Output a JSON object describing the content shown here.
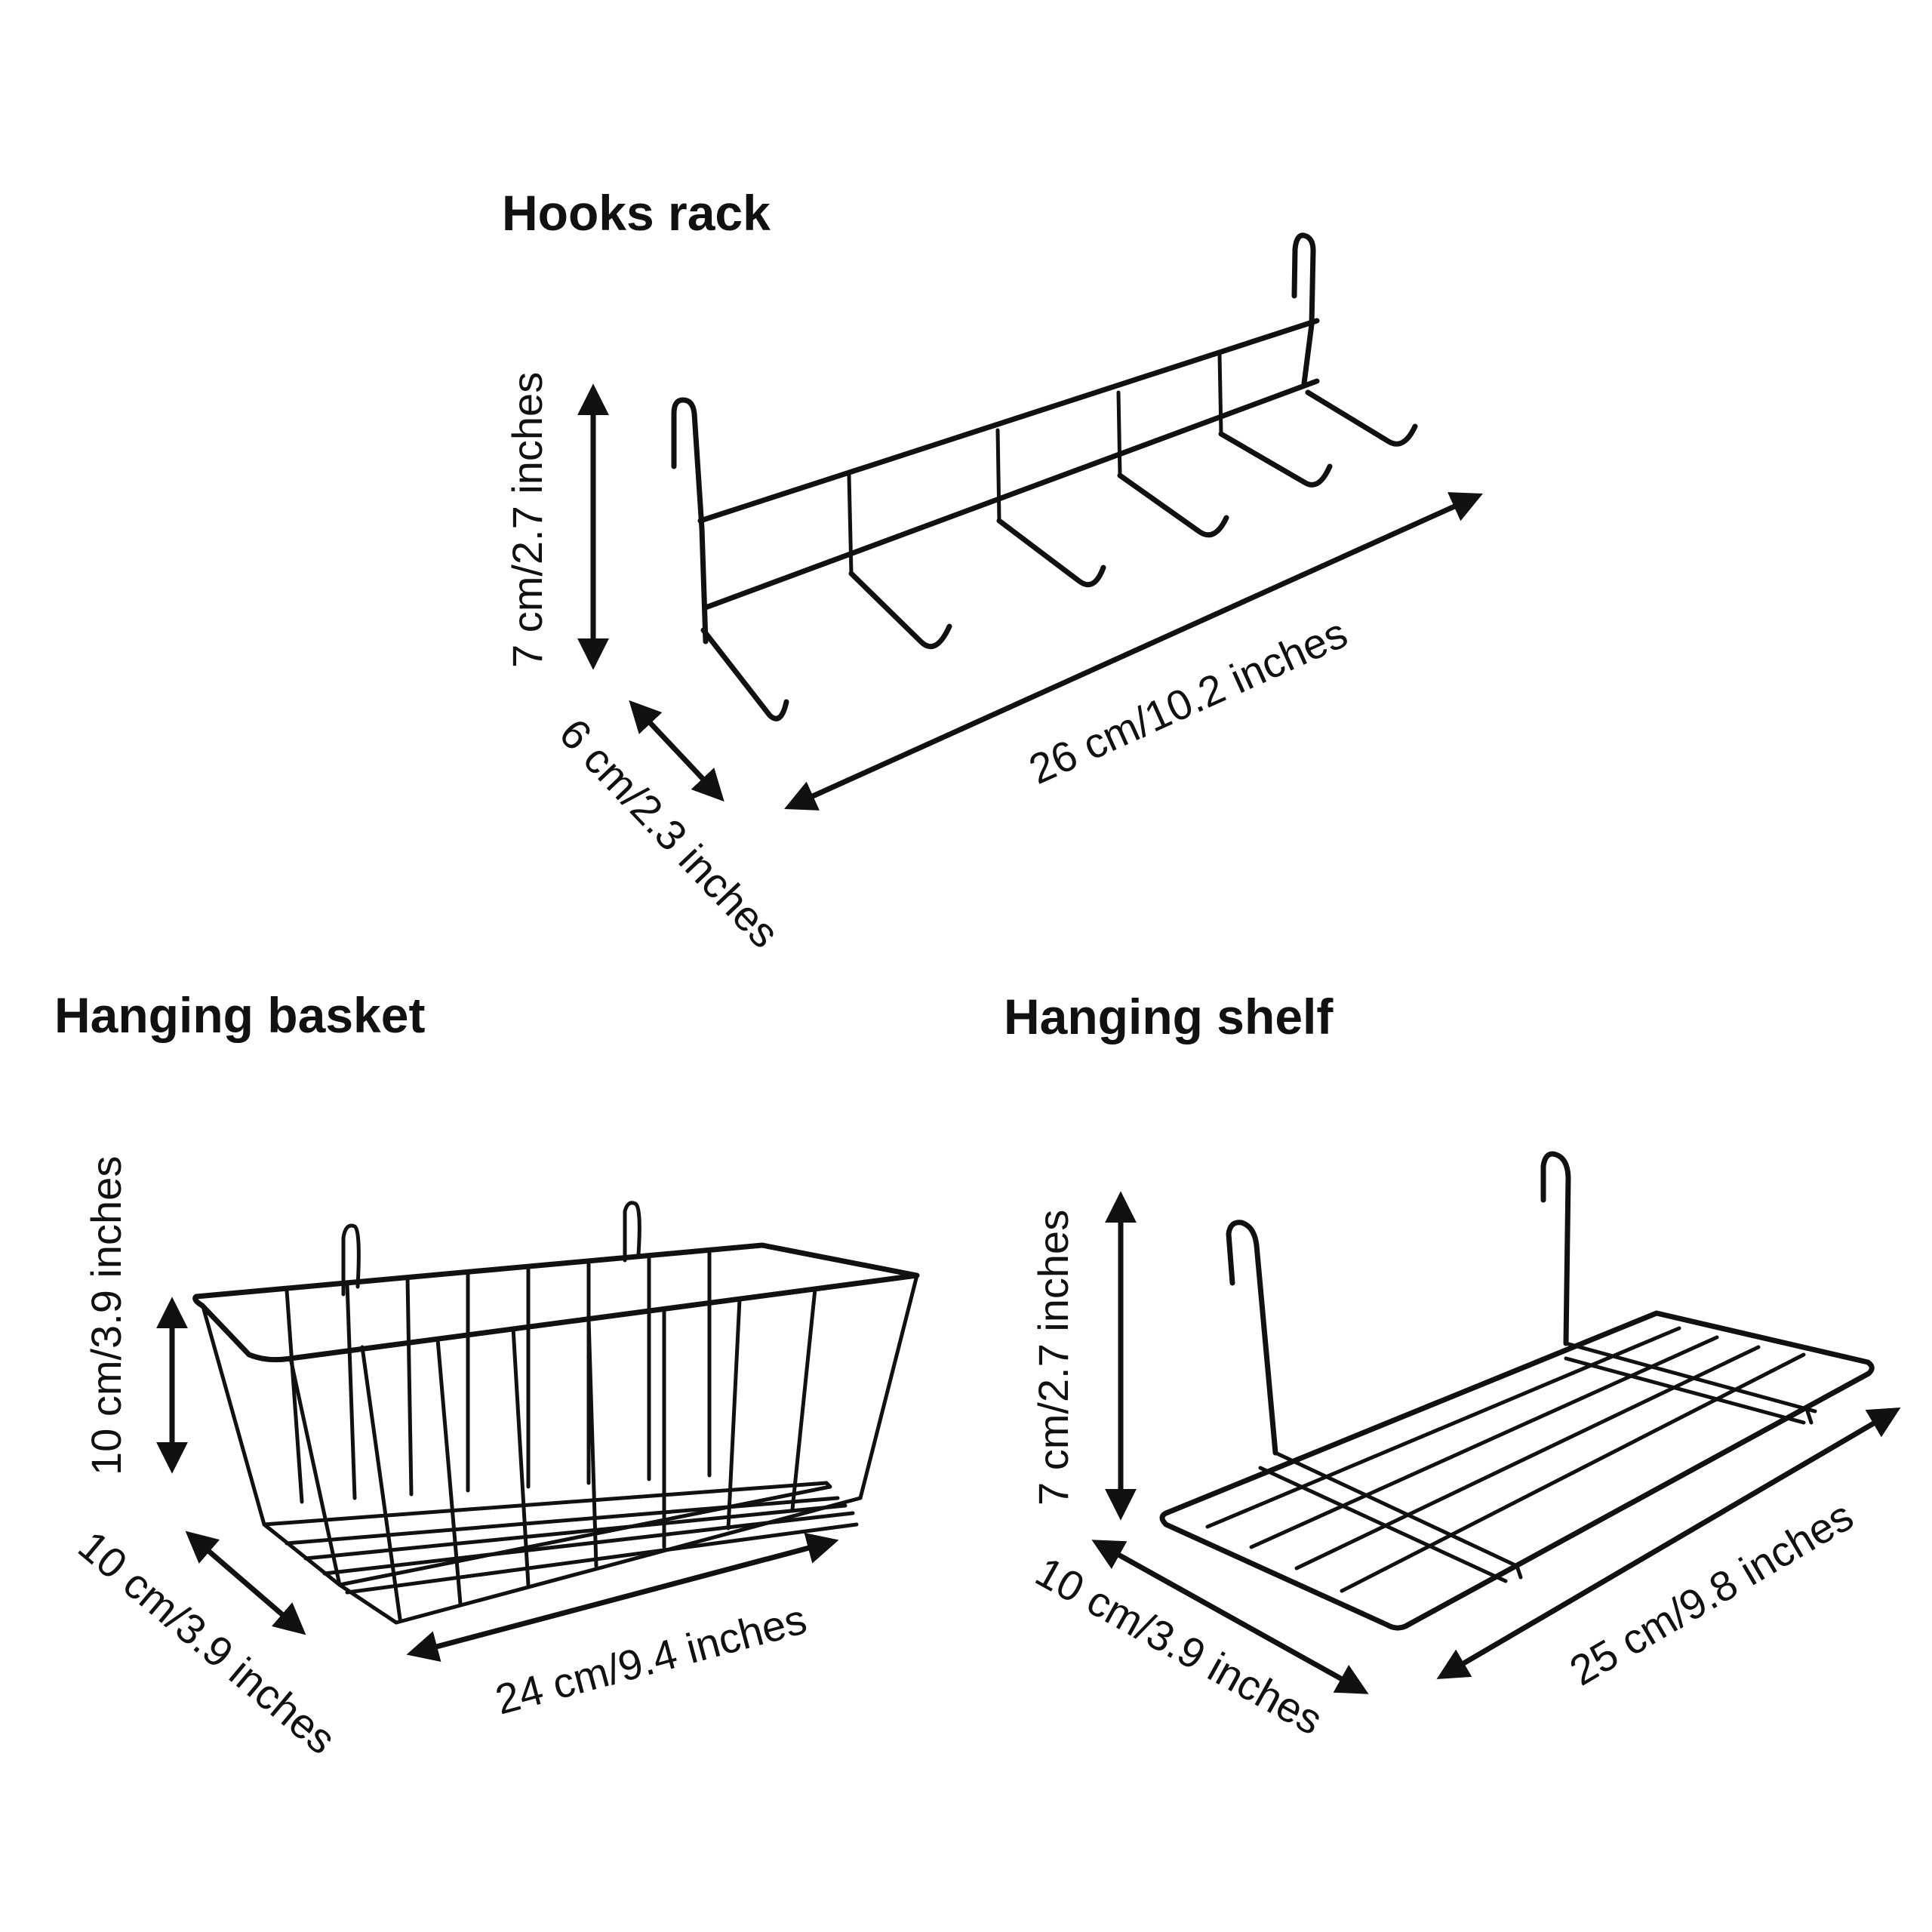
{
  "items": [
    {
      "title": "Hooks rack",
      "height": "7 cm/2.7 inches",
      "depth": "6 cm/2.3 inches",
      "width": "26 cm/10.2 inches"
    },
    {
      "title": "Hanging basket",
      "height": "10 cm/3.9 inches",
      "depth": "10 cm/3.9 inches",
      "width": "24 cm/9.4 inches"
    },
    {
      "title": "Hanging shelf",
      "height": "7 cm/2.7 inches",
      "depth": "10 cm/3.9 inches",
      "width": "25 cm/9.8 inches"
    }
  ]
}
